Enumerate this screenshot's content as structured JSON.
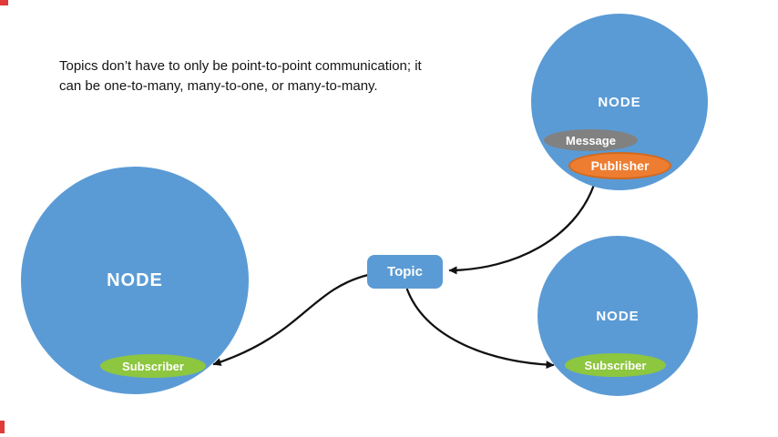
{
  "caption": {
    "line1": "Topics don’t have to only be point-to-point communication; it",
    "line2": "can be one-to-many, many-to-one, or many-to-many."
  },
  "topic": {
    "label": "Topic"
  },
  "nodes": {
    "left": {
      "label": "NODE",
      "subscriber": "Subscriber"
    },
    "top_right": {
      "label": "NODE",
      "message": "Message",
      "publisher": "Publisher"
    },
    "bottom_right": {
      "label": "NODE",
      "subscriber": "Subscriber"
    }
  },
  "colors": {
    "node_blue": "#5b9bd5",
    "green": "#8dc63f",
    "orange": "#ed7d31",
    "orange_border": "#d2691e",
    "gray": "#818181",
    "arrow": "#111111",
    "artifact_red": "#e03a3a"
  }
}
